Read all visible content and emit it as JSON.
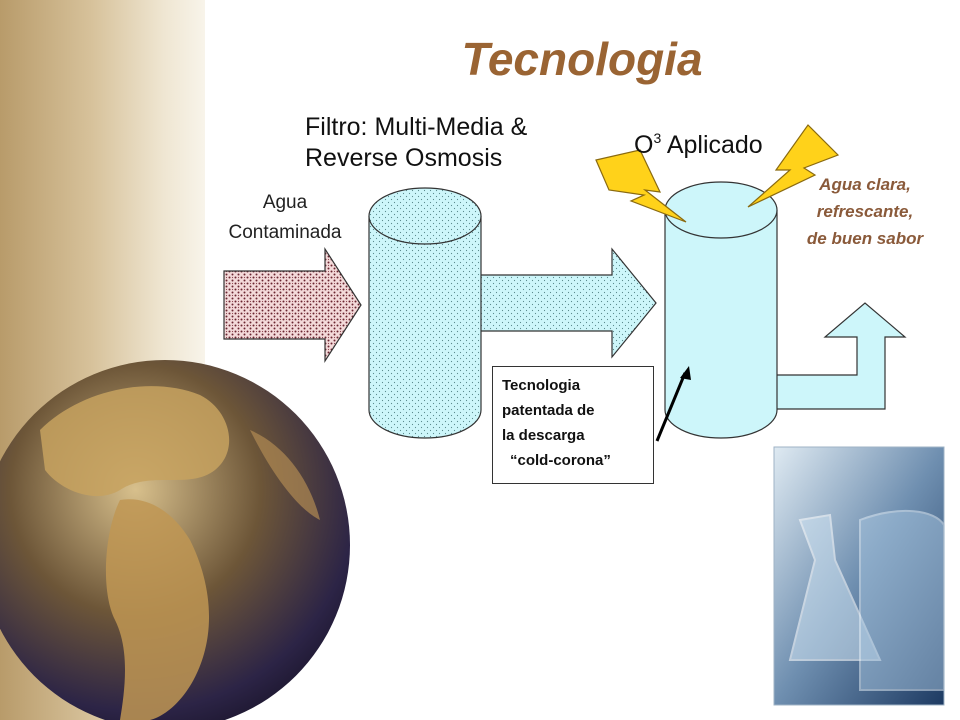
{
  "slide": {
    "title": "Tecnologia",
    "filter_label": [
      "Filtro: Multi-Media &",
      "Reverse Osmosis"
    ],
    "ozone_label": {
      "symbol": "O",
      "sub": "3",
      "text": " Aplicado"
    },
    "input_label": [
      "Agua",
      "Contaminada"
    ],
    "output_label": [
      "Agua clara,",
      "refrescante,",
      "de buen sabor"
    ],
    "patent_note": [
      "Tecnologia",
      "patentada de",
      "la descarga",
      "“cold-corona”"
    ]
  },
  "colors": {
    "title": "#9a6433",
    "tank_fill": "#cdf6fa",
    "arrow_fill": "#cdf6fa",
    "bolt_fill": "#ffd21a",
    "output_text": "#8a5a3a"
  }
}
